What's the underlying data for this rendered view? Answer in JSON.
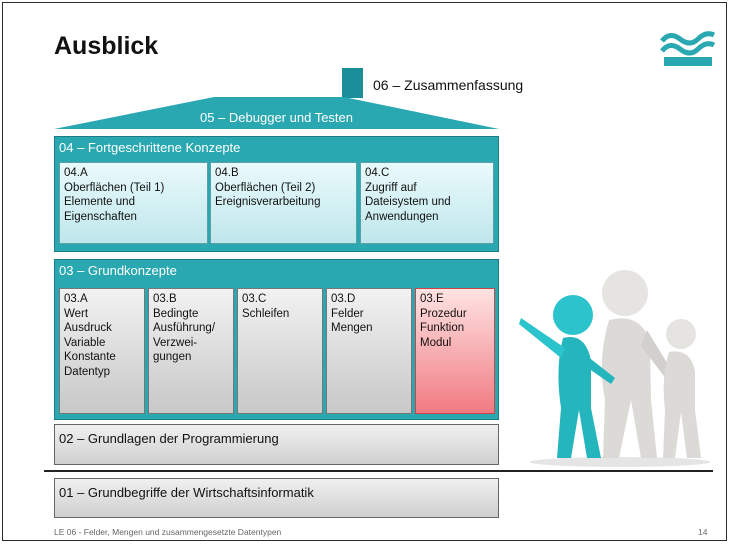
{
  "slide": {
    "title": "Ausblick",
    "footer": "LE 06 - Felder, Mengen und zusammengesetzte Datentypen",
    "page_number": "14"
  },
  "house": {
    "chimney_label": "06 – Zusammenfassung",
    "roof_label": "05 – Debugger und Testen",
    "advanced": {
      "title": "04 – Fortgeschrittene Konzepte",
      "cards": [
        {
          "text": "04.A\nOberflächen (Teil 1)\nElemente und\nEigenschaften"
        },
        {
          "text": "04.B\nOberflächen (Teil 2)\nEreignisverarbeitung"
        },
        {
          "text": "04.C\nZugriff auf\nDateisystem und\nAnwendungen"
        }
      ]
    },
    "basics": {
      "title": "03 – Grundkonzepte",
      "cards": [
        {
          "text": "03.A\nWert\nAusdruck\nVariable\nKonstante\nDatentyp"
        },
        {
          "text": "03.B\nBedingte\nAusführung/\nVerzwei-\ngungen"
        },
        {
          "text": "03.C\nSchleifen"
        },
        {
          "text": "03.D\nFelder\nMengen"
        },
        {
          "text": "03.E\nProzedur\nFunktion\nModul"
        }
      ]
    },
    "foundation": "02 – Grundlagen der Programmierung",
    "base": "01 – Grundbegriffe der Wirtschaftsinformatik"
  },
  "colors": {
    "teal": "#2aa8b2",
    "highlight": "#f07b82"
  }
}
